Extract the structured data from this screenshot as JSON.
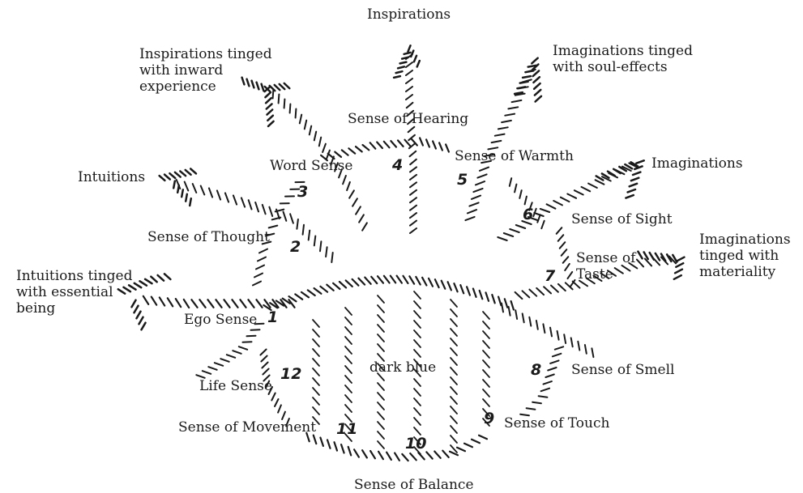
{
  "labels": {
    "inspirations": "Inspirations",
    "inspirations_inward": "Inspirations tinged with inward experience",
    "imaginations_soul": "Imaginations tinged with soul-effects",
    "sense_hearing": "Sense of Hearing",
    "word_sense": "Word Sense",
    "sense_warmth": "Sense of Warmth",
    "imaginations": "Imaginations",
    "intuitions": "Intuitions",
    "sense_sight": "Sense of Sight",
    "sense_thought": "Sense of Thought",
    "imaginations_materiality": "Imaginations tinged with materiality",
    "sense_taste": "Sense of Taste",
    "intuitions_essential": "Intuitions tinged with essential being",
    "ego_sense": "Ego Sense",
    "dark_blue": "dark blue",
    "sense_smell": "Sense of Smell",
    "life_sense": "Life Sense",
    "sense_movement": "Sense of Movement",
    "sense_touch": "Sense of Touch",
    "sense_balance": "Sense of Balance"
  },
  "numbers": [
    "1",
    "2",
    "3",
    "4",
    "5",
    "6",
    "7",
    "8",
    "9",
    "10",
    "11",
    "12"
  ],
  "colors": {
    "ink": "#1a1a1a",
    "background": "#ffffff"
  }
}
